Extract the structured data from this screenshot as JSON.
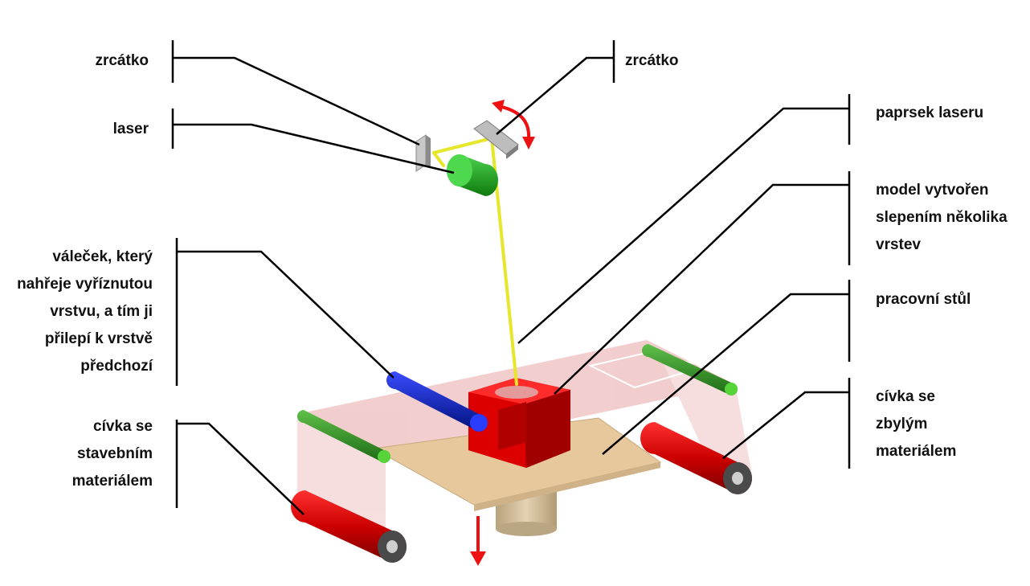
{
  "labels": {
    "mirror_left": "zrcátko",
    "mirror_right": "zrcátko",
    "laser": "laser",
    "laser_beam": "paprsek laseru",
    "model": [
      "model vytvořen",
      "slepením několika",
      "vrstev"
    ],
    "heated_roller": [
      "váleček, který",
      "nahřeje vyříznutou",
      "vrstvu, a tím ji",
      "přilepí k vrstvě",
      "předchozí"
    ],
    "work_table": "pracovní stůl",
    "supply_roll": [
      "cívka se",
      "stavebním",
      "materiálem"
    ],
    "waste_roll": [
      "cívka se",
      "zbylým",
      "materiálem"
    ]
  },
  "colors": {
    "foil": "#e8a5a5",
    "roll_red": "#cc0000",
    "roller_green": "#2e8b22",
    "roller_blue": "#0014c8",
    "laser_green": "#1a9a1a",
    "beam_yellow": "#e6e62a",
    "table_tan": "#e6c89c",
    "piston_tan": "#d8c3a0",
    "model_red": "#dd0000",
    "mirror_grey": "#b8b8b8",
    "arrow_red": "#ee1111",
    "leader_black": "#000000"
  }
}
